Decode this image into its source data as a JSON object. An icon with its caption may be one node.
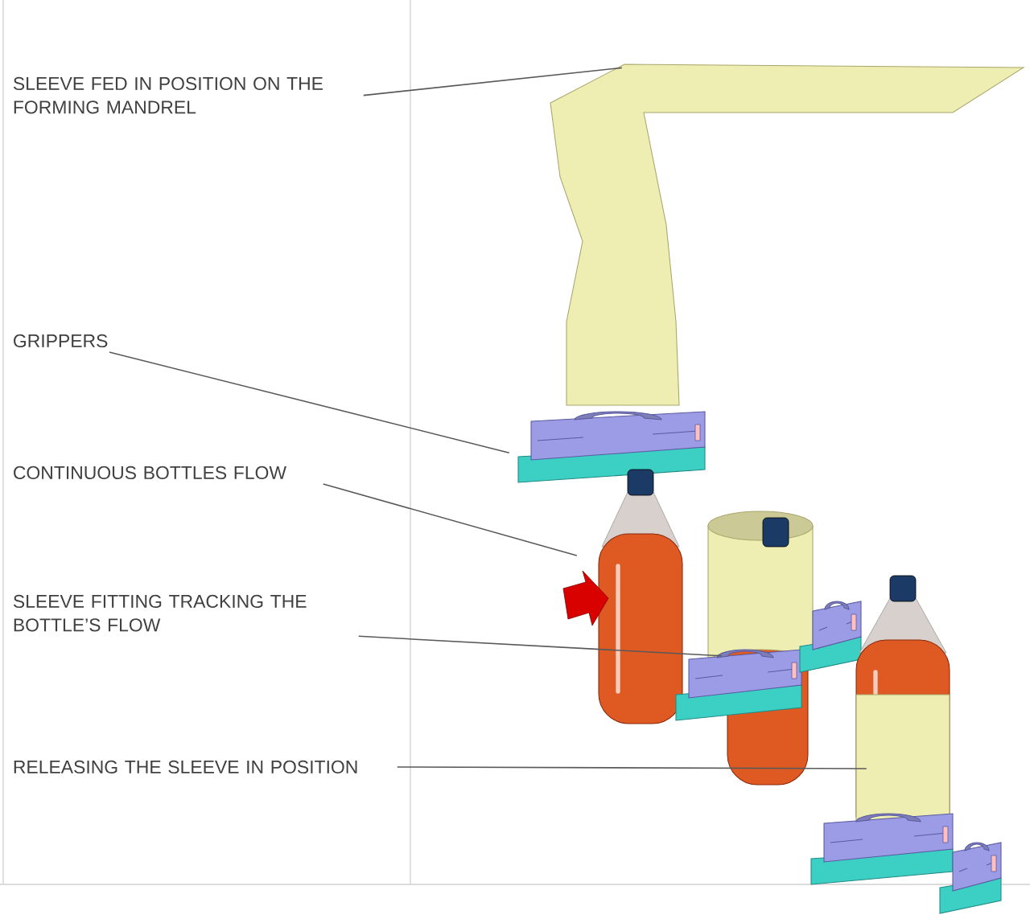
{
  "diagram": {
    "nodes": [
      {
        "text": [
          "SLEEVE FED IN POSITION ON THE FORMING MANDREL"
        ]
      },
      {
        "text": [
          "GRIPPERS"
        ]
      },
      {
        "text": [
          "CONTINUOUS BOTTLES FLOW"
        ]
      },
      {
        "text": [
          "SLEEVE FITTING TRACKING THE BOTTLE’S FLOW"
        ]
      },
      {
        "text": [
          "RELEASING THE SLEEVE IN POSITION"
        ]
      },
      {
        "text": [],
        "shape": "picture"
      },
      {
        "text": [],
        "shape": "picture"
      },
      {
        "text": [],
        "shape": "picture"
      },
      {
        "text": [],
        "shape": "picture"
      },
      {
        "text": [],
        "shape": "picture"
      }
    ],
    "edges": [
      {
        "from": 0,
        "to": 5,
        "arrow": "none"
      },
      {
        "from": 1,
        "to": 6,
        "arrow": "none"
      },
      {
        "from": 2,
        "to": 7,
        "arrow": "none"
      },
      {
        "from": 3,
        "to": 8,
        "arrow": "none"
      },
      {
        "from": 4,
        "to": 9,
        "arrow": "none"
      }
    ]
  }
}
